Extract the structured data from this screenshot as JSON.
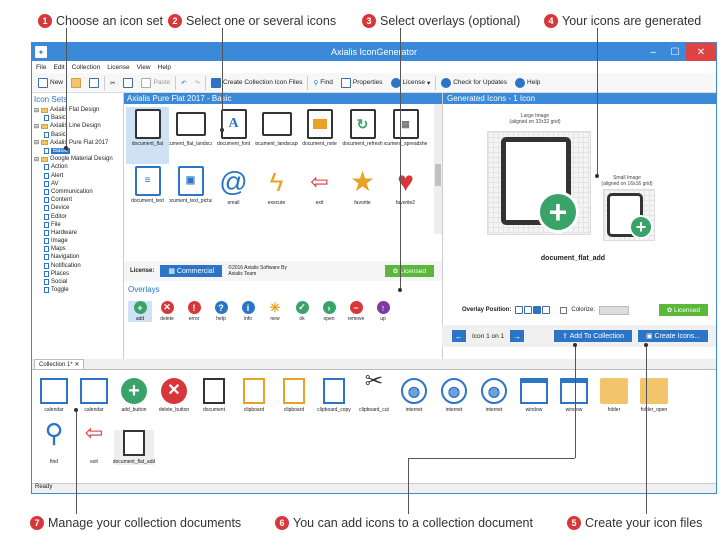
{
  "callouts": [
    {
      "n": "1",
      "text": "Choose an icon set"
    },
    {
      "n": "2",
      "text": "Select one or several icons"
    },
    {
      "n": "3",
      "text": "Select overlays (optional)"
    },
    {
      "n": "4",
      "text": "Your icons are generated"
    },
    {
      "n": "7",
      "text": "Manage your collection documents"
    },
    {
      "n": "6",
      "text": "You can add icons to a collection document"
    },
    {
      "n": "5",
      "text": "Create your icon files"
    }
  ],
  "window": {
    "title": "Axialis IconGenerator",
    "menu": [
      "File",
      "Edit",
      "Collection",
      "License",
      "View",
      "Help"
    ],
    "toolbar": {
      "new": "New",
      "paste": "Paste",
      "create_collection": "Create Collection Icon Files",
      "find": "Find",
      "properties": "Properties",
      "license": "License",
      "check_updates": "Check for Updates",
      "help": "Help"
    }
  },
  "tree": {
    "header": "Icon Sets",
    "items": [
      "Axialis Flat Design",
      "Basic",
      "Axialis Line Design",
      "Basic",
      "Axialis Pure Flat 2017",
      "Basic",
      "Google Material Design",
      "Action",
      "Alert",
      "AV",
      "Communication",
      "Content",
      "Device",
      "Editor",
      "File",
      "Hardware",
      "Image",
      "Maps",
      "Navigation",
      "Notification",
      "Places",
      "Social",
      "Toggle"
    ]
  },
  "iconset": {
    "header": "Axialis Pure Flat 2017 - Basic",
    "icons": [
      "document_flat",
      "document_flat_landscape",
      "document_font",
      "document_landscape",
      "document_note",
      "document_refresh",
      "document_spreadsheet",
      "document_text",
      "document_text_picture",
      "email",
      "execute",
      "exit",
      "favorite",
      "favorite2"
    ]
  },
  "license": {
    "label": "License:",
    "commercial": "Commercial",
    "copyright": "©2016 Axialis Software By Axialis Team",
    "licensed": "Licensed"
  },
  "overlays": {
    "header": "Overlays",
    "items": [
      "add",
      "delete",
      "error",
      "help",
      "info",
      "new",
      "ok",
      "open",
      "remove",
      "up"
    ]
  },
  "generated": {
    "header": "Generated Icons - 1 Icon",
    "large": "Large Image",
    "large_sub": "(aligned on 32x32 grid)",
    "small": "Small Image",
    "small_sub": "(aligned on 16x16 grid)",
    "name": "document_flat_add",
    "overlay_position": "Overlay Position:",
    "colorize": "Colorize:",
    "licensed": "Licensed",
    "counter": "Icon 1 on 1",
    "add_btn": "Add To Collection",
    "create_btn": "Create Icons..."
  },
  "collection": {
    "tab": "Collection 1*",
    "items": [
      "calendar",
      "calendar",
      "add_button",
      "delete_button",
      "document",
      "clipboard",
      "clipboard",
      "clipboard_copy",
      "clipboard_cut",
      "internet",
      "internet",
      "internet",
      "window",
      "window",
      "folder",
      "folder_open",
      "find",
      "exit",
      "document_flat_add"
    ]
  },
  "status": "Ready",
  "colors": {
    "accent": "#3b8ad9",
    "callout": "#d8373a",
    "green": "#3aa36a",
    "licensed": "#5bb83a"
  }
}
